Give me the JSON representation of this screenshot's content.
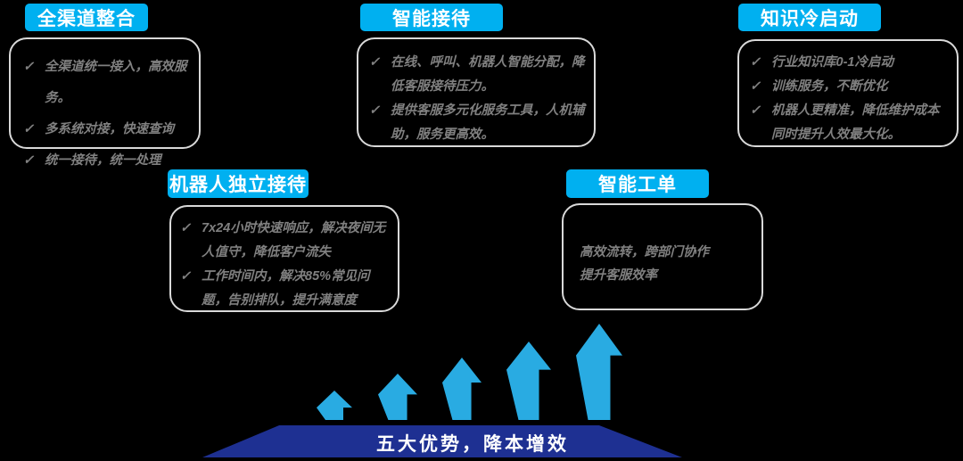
{
  "diagram": {
    "title_semantic": "five-advantages-overview",
    "background": "#000000",
    "colors": {
      "badge_bg": "#00B0F0",
      "badge_text": "#FFFFFF",
      "arrow": "#29ABE2",
      "bullet_text": "#808080",
      "panel_border": "#D9D9D9",
      "platform_bg": "#1E3092",
      "platform_text": "#FFFFFF"
    },
    "growth_arrows": {
      "count": 5
    },
    "check_glyph": "✓"
  },
  "cards": [
    {
      "title": "全渠道整合",
      "items": [
        {
          "marker": "✓",
          "text": "全渠道统一接入，高效服务。"
        },
        {
          "marker": "✓",
          "text": "多系统对接，快速查询"
        },
        {
          "marker": "✓",
          "text": "统一接待，统一处理"
        }
      ]
    },
    {
      "title": "智能接待",
      "items": [
        {
          "marker": "✓",
          "text": "在线、呼叫、机器人智能分配，降低客服接待压力。"
        },
        {
          "marker": "✓",
          "text": "提供客服多元化服务工具，人机辅助，服务更高效。"
        }
      ]
    },
    {
      "title": "知识冷启动",
      "items": [
        {
          "marker": "✓",
          "text": "行业知识库0-1冷启动"
        },
        {
          "marker": "✓",
          "text": "训练服务，不断优化"
        },
        {
          "marker": "✓",
          "text": "机器人更精准，降低维护成本同时提升人效最大化。"
        }
      ]
    },
    {
      "title": "机器人独立接待",
      "items": [
        {
          "marker": "✓",
          "text": "7x24小时快速响应，解决夜间无人值守，降低客户流失"
        },
        {
          "marker": "✓",
          "text": "工作时间内，解决85%常见问题，告别排队，提升满意度"
        }
      ]
    },
    {
      "title": "智能工单",
      "items": [
        {
          "marker": "",
          "text": "高效流转，跨部门协作"
        },
        {
          "marker": "",
          "text": "提升客服效率"
        }
      ]
    }
  ],
  "banner": {
    "label": "五大优势，降本增效"
  }
}
